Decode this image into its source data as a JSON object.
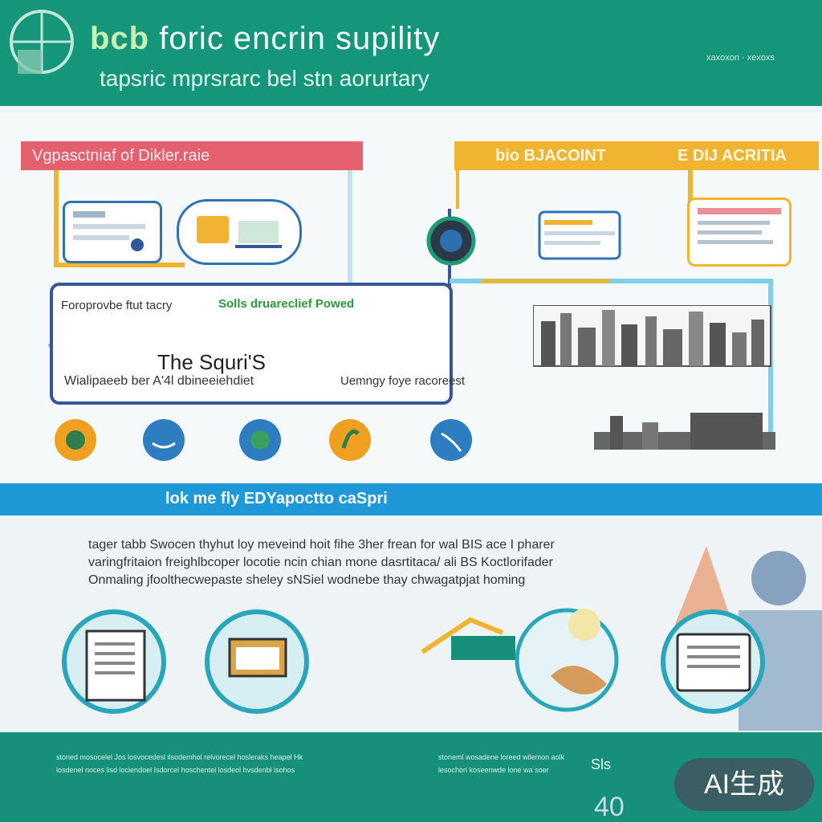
{
  "header": {
    "title_lead": "bcb",
    "title_rest": "foric encrin supility",
    "subtitle": "tapsric mprsrarc bel stn aorurtary",
    "right_text": "xaxoxon · xexoxs"
  },
  "section": {
    "tag_left": "Vgpasctniaf of Dikler.raie",
    "tag_mid": "bio BJACOINT",
    "tag_right": "E DIJ ACRITIA",
    "box_line1": "Foroprovbe ftut tacry",
    "box_green": "Solls druareclief Powed",
    "box_heading": "The Squri'S",
    "box_line2": "Wialipaeeb ber A'4l dbineeiehdiet",
    "box_right": "Uemngy foye racoreest"
  },
  "band": {
    "text": "lok me fly EDYapoctto caSpri"
  },
  "paragraph": {
    "line1": "tager tabb Swocen thyhut loy meveind hoit fihe 3her frean for wal BIS ace I pharer",
    "line2": "varingfritaion freighlbcoper locotie ncin chian mone dasrtitaca/ ali BS Koctlorifader",
    "line3": "Onmaling jfoolthecwepaste sheley sNSiel wodnebe thay chwagatpjat homing"
  },
  "footer": {
    "text_left_1": "stoned mosocelel Jos losvocedesl ilsodemhol relvorecel hosleraks heapel Hk",
    "text_left_2": "losdenel noces lisd lociendoel Isdorcel hoschentel losdeol hvsdenbi isohos",
    "text_right_1": "stoneml wosadene loreed wilemon aolk",
    "text_right_2": "lesochorl koseenwde lone wa soer",
    "right_label": "Sls",
    "corner_number": "40"
  },
  "badge": {
    "text": "AI生成"
  },
  "colors": {
    "header_bg": "#15957a",
    "band_bg": "#1f98d8",
    "tag_red": "#e4606f",
    "tag_yellow": "#f0b430",
    "footer_bg": "#16907a"
  }
}
